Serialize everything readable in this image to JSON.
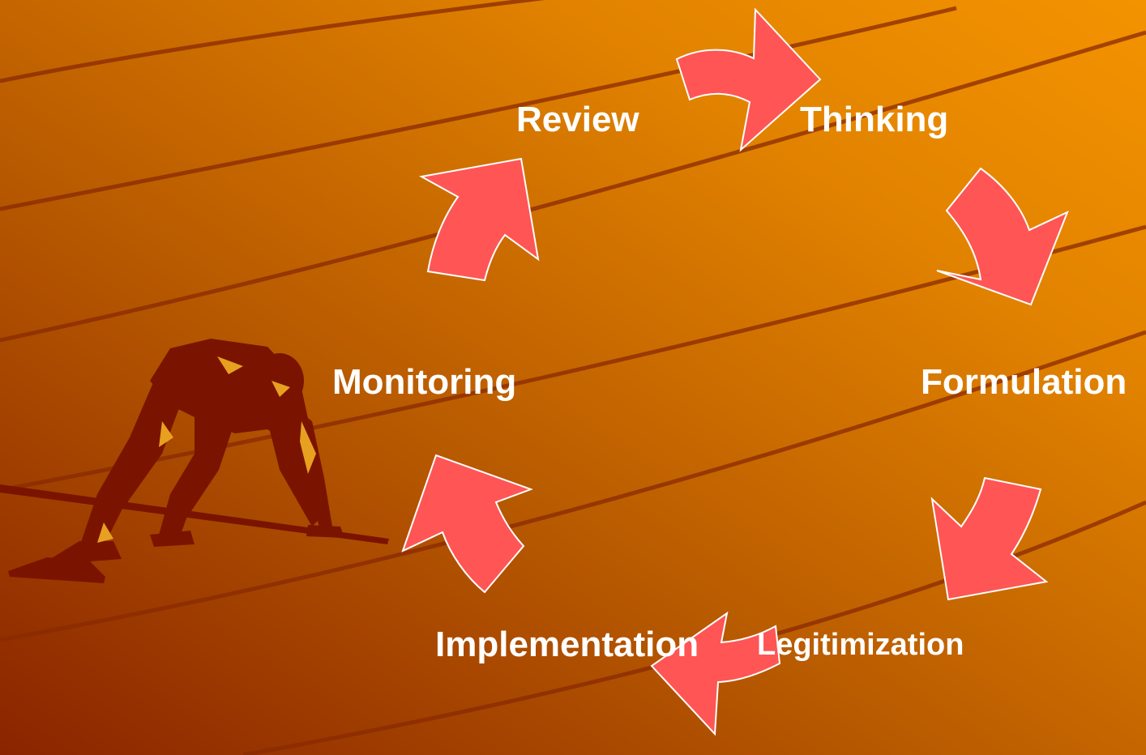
{
  "diagram": {
    "stages": [
      {
        "id": "thinking",
        "label": "Thinking"
      },
      {
        "id": "formulation",
        "label": "Formulation"
      },
      {
        "id": "legitimization",
        "label": "Legitimization"
      },
      {
        "id": "implementation",
        "label": "Implementation"
      },
      {
        "id": "monitoring",
        "label": "Monitoring"
      },
      {
        "id": "review",
        "label": "Review"
      }
    ],
    "arrow_color": "#ff5555",
    "arrow_outline": "#ffffff",
    "label_color": "#ffffff"
  },
  "background": {
    "gradient_colors": [
      "#8a2400",
      "#b85a00",
      "#e28300",
      "#f49300"
    ],
    "streak_color": "#8a2a00"
  },
  "decoration": {
    "figure": "sprinter-in-starting-blocks",
    "figure_color": "#7a1400",
    "highlight_color": "#e8a020"
  }
}
